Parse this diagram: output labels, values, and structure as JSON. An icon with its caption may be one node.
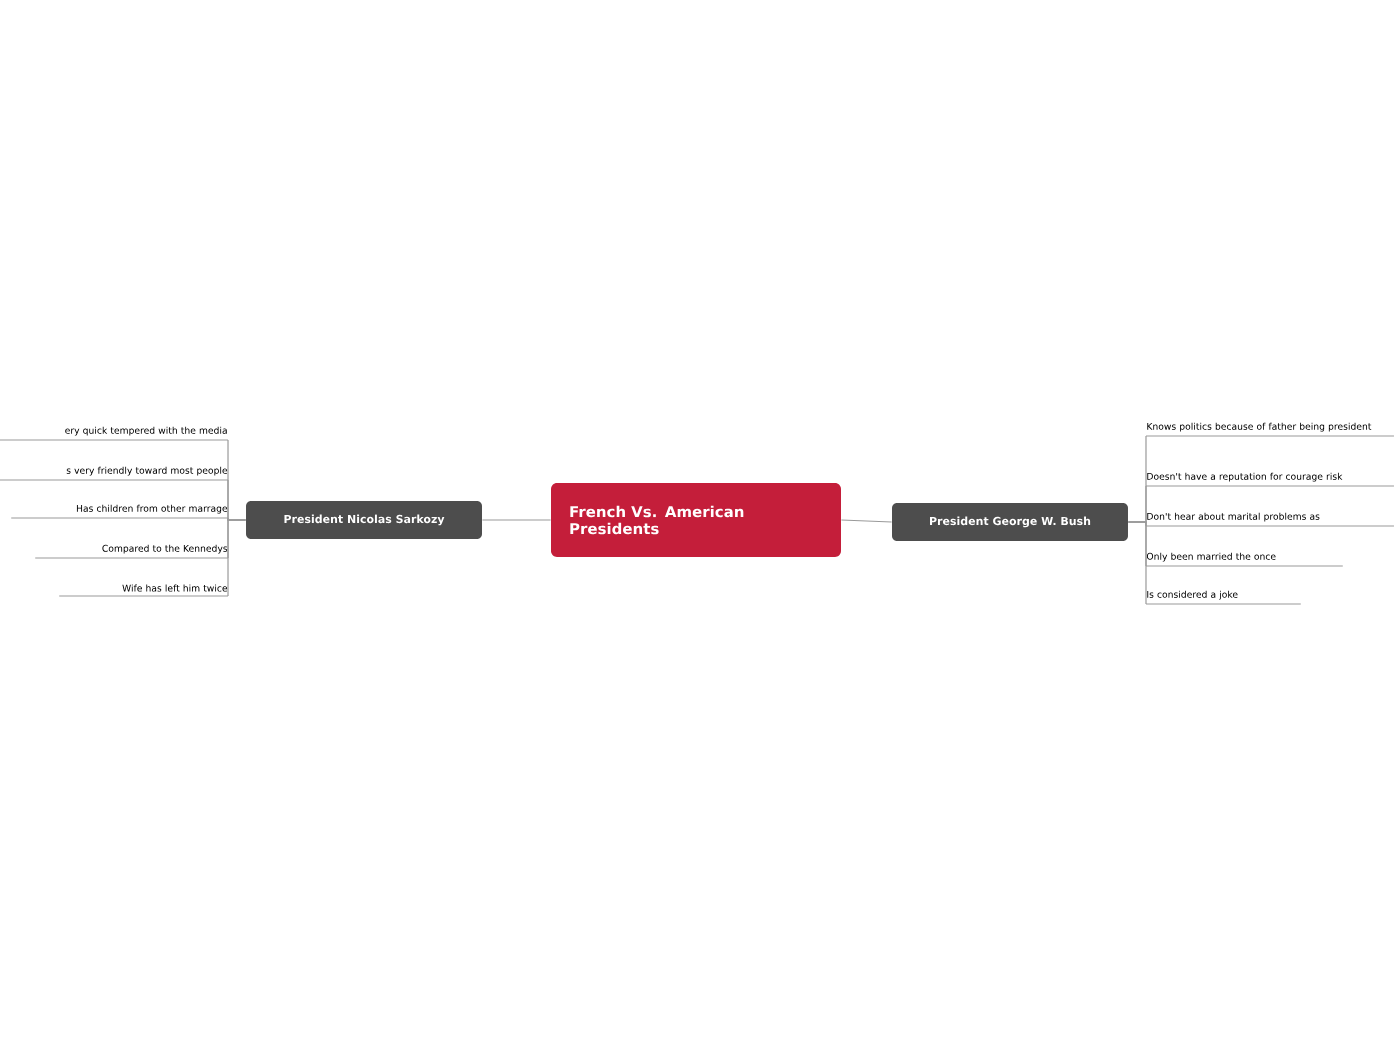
{
  "diagram": {
    "nodes": [
      {
        "text": [
          "French Vs. American Presidents"
        ]
      },
      {
        "text": [
          "President Nicolas Sarkozy"
        ]
      },
      {
        "text": [
          "President George W. Bush"
        ]
      },
      {
        "text": [
          "ery quick tempered with the media"
        ]
      },
      {
        "text": [
          "s very friendly toward most people"
        ]
      },
      {
        "text": [
          "Has children from other marrage"
        ]
      },
      {
        "text": [
          "Compared to the Kennedys"
        ]
      },
      {
        "text": [
          "Wife has left him twice"
        ]
      },
      {
        "text": [
          "Knows politics because of father being president"
        ]
      },
      {
        "text": [
          "Doesn't have a reputation for courage risk"
        ]
      },
      {
        "text": [
          "Don't hear about marital problems as"
        ]
      },
      {
        "text": [
          "Only been married the once"
        ]
      },
      {
        "text": [
          "Is considered a joke"
        ]
      }
    ],
    "edges": [
      {
        "from": 0,
        "to": 1,
        "arrow": "none"
      },
      {
        "from": 0,
        "to": 2,
        "arrow": "none"
      },
      {
        "from": 1,
        "to": 3,
        "arrow": "none"
      },
      {
        "from": 1,
        "to": 4,
        "arrow": "none"
      },
      {
        "from": 1,
        "to": 5,
        "arrow": "none"
      },
      {
        "from": 1,
        "to": 6,
        "arrow": "none"
      },
      {
        "from": 1,
        "to": 7,
        "arrow": "none"
      },
      {
        "from": 2,
        "to": 8,
        "arrow": "none"
      },
      {
        "from": 2,
        "to": 9,
        "arrow": "none"
      },
      {
        "from": 2,
        "to": 10,
        "arrow": "none"
      },
      {
        "from": 2,
        "to": 11,
        "arrow": "none"
      },
      {
        "from": 2,
        "to": 12,
        "arrow": "none"
      }
    ]
  }
}
